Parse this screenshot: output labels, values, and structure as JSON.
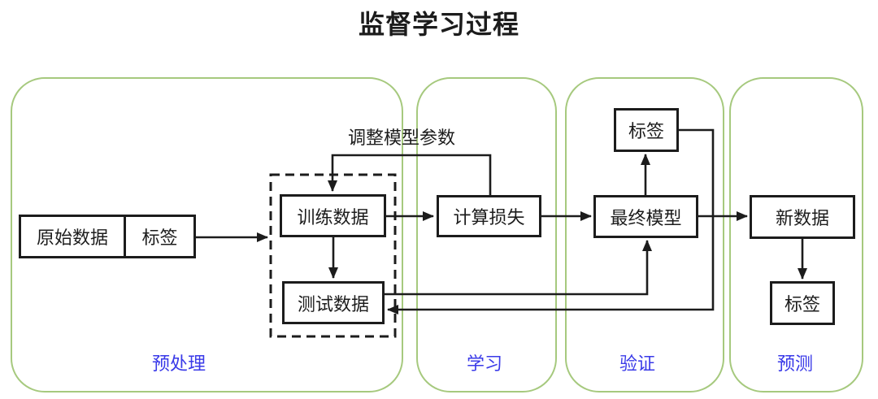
{
  "title": "监督学习过程",
  "stages": [
    {
      "label": "预处理"
    },
    {
      "label": "学习"
    },
    {
      "label": "验证"
    },
    {
      "label": "预测"
    }
  ],
  "nodes": {
    "raw_data": "原始数据",
    "raw_data_tag": "标签",
    "train_data": "训练数据",
    "test_data": "测试数据",
    "compute_loss": "计算损失",
    "final_model": "最终模型",
    "predicted_tag": "标签",
    "new_data": "新数据",
    "new_data_tag": "标签"
  },
  "annotations": {
    "feedback": "调整模型参数"
  },
  "colors": {
    "stage_border_green": "#a6c97e",
    "stage_label_blue": "#3a3ae8",
    "line_black": "#1c1c1c"
  }
}
